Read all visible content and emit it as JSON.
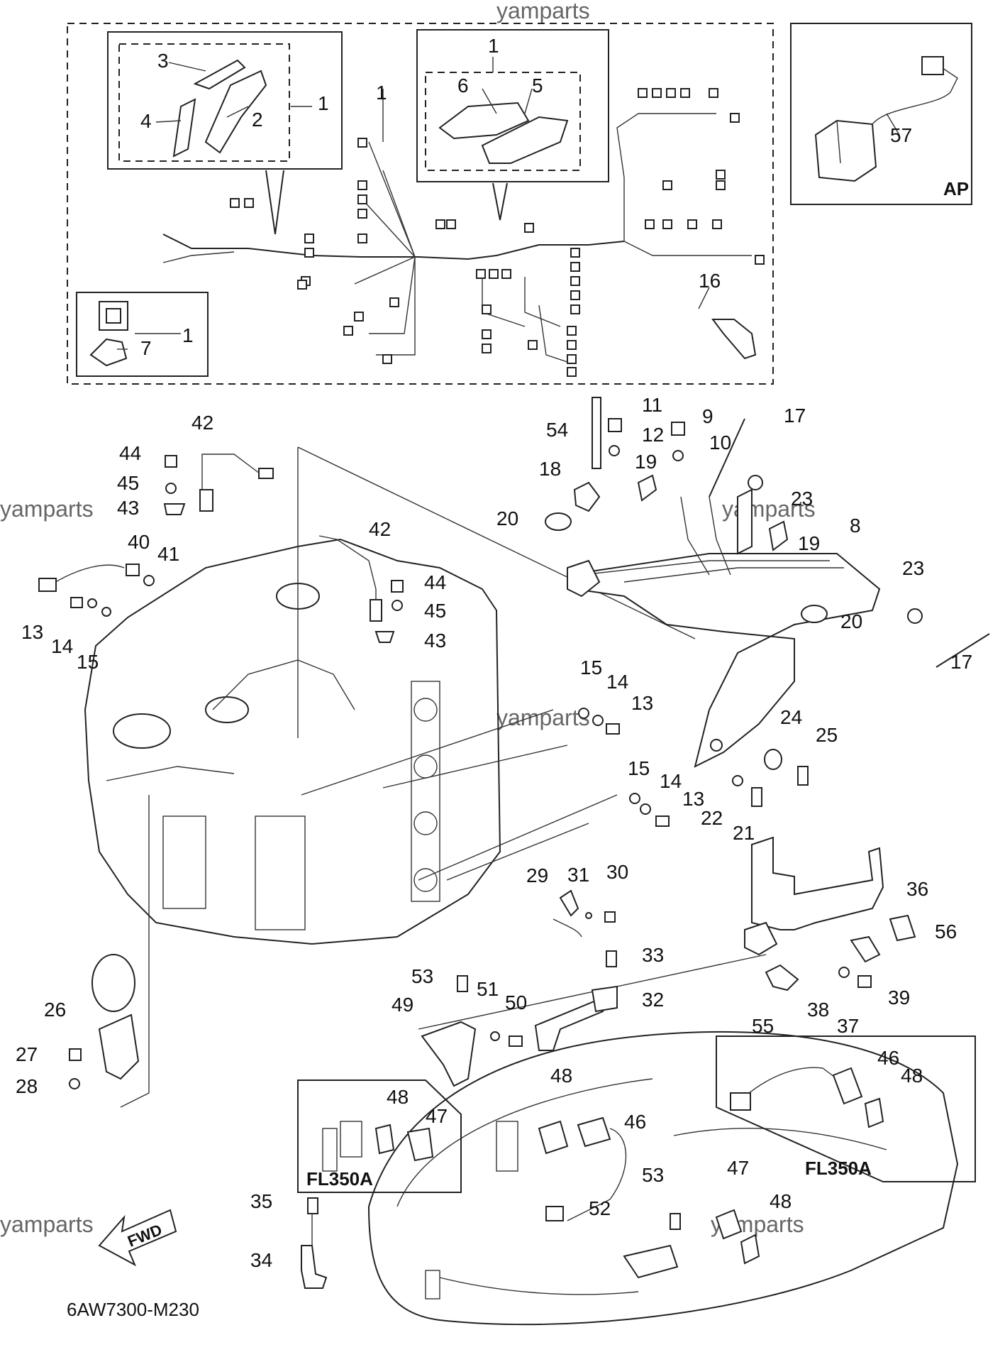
{
  "watermark": "yamparts",
  "diagram_code": "6AW7300-M230",
  "fwd_label": "FWD",
  "boxes": {
    "ap": "AP",
    "fl350a_left": "FL350A",
    "fl350a_right": "FL350A"
  },
  "callouts": {
    "c1a": "1",
    "c1b": "1",
    "c1c": "1",
    "c1d": "1",
    "c2": "2",
    "c3": "3",
    "c4": "4",
    "c5": "5",
    "c6": "6",
    "c7": "7",
    "c8": "8",
    "c9": "9",
    "c10": "10",
    "c11": "11",
    "c12": "12",
    "c13a": "13",
    "c13b": "13",
    "c13c": "13",
    "c14a": "14",
    "c14b": "14",
    "c14c": "14",
    "c15a": "15",
    "c15b": "15",
    "c15c": "15",
    "c16": "16",
    "c17a": "17",
    "c17b": "17",
    "c18": "18",
    "c19a": "19",
    "c19b": "19",
    "c20a": "20",
    "c20b": "20",
    "c21": "21",
    "c22": "22",
    "c23a": "23",
    "c23b": "23",
    "c24": "24",
    "c25": "25",
    "c26": "26",
    "c27": "27",
    "c28": "28",
    "c29": "29",
    "c30": "30",
    "c31": "31",
    "c32": "32",
    "c33": "33",
    "c34": "34",
    "c35": "35",
    "c36": "36",
    "c37": "37",
    "c38": "38",
    "c39": "39",
    "c40": "40",
    "c41": "41",
    "c42a": "42",
    "c42b": "42",
    "c43a": "43",
    "c43b": "43",
    "c44a": "44",
    "c44b": "44",
    "c45a": "45",
    "c45b": "45",
    "c46a": "46",
    "c46b": "46",
    "c47a": "47",
    "c47b": "47",
    "c48a": "48",
    "c48b": "48",
    "c48c": "48",
    "c48d": "48",
    "c49": "49",
    "c50": "50",
    "c51": "51",
    "c52": "52",
    "c53a": "53",
    "c53b": "53",
    "c54": "54",
    "c55": "55",
    "c56": "56",
    "c57": "57"
  }
}
